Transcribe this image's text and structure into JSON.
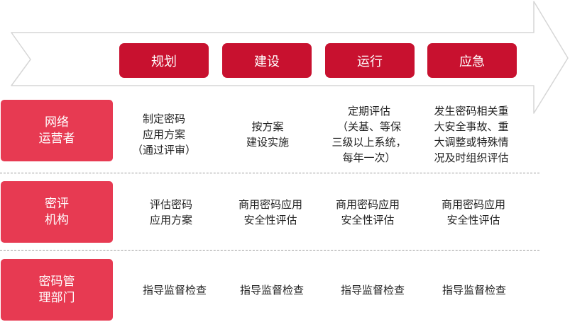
{
  "phases": [
    "规划",
    "建设",
    "运行",
    "应急"
  ],
  "rows": [
    {
      "label": "网络\n运营者",
      "cells": [
        "制定密码\n应用方案\n（通过评审）",
        "按方案\n建设实施",
        "定期评估\n（关基、等保\n三级以上系统，\n每年一次）",
        "发生密码相关重\n大安全事故、重\n大调整或特殊情\n况及时组织评估"
      ]
    },
    {
      "label": "密评\n机构",
      "cells": [
        "评估密码\n应用方案",
        "商用密码应用\n安全性评估",
        "商用密码应用\n安全性评估",
        "商用密码应用\n安全性评估"
      ]
    },
    {
      "label": "密码管\n理部门",
      "cells": [
        "指导监督检查",
        "指导监督检查",
        "指导监督检查",
        "指导监督检查"
      ]
    }
  ],
  "colors": {
    "phase_fill": "#c8112f",
    "row_label_fill": "#e73a52",
    "arrow_stroke": "#d6d6d6",
    "divider": "#9a9a9a"
  }
}
